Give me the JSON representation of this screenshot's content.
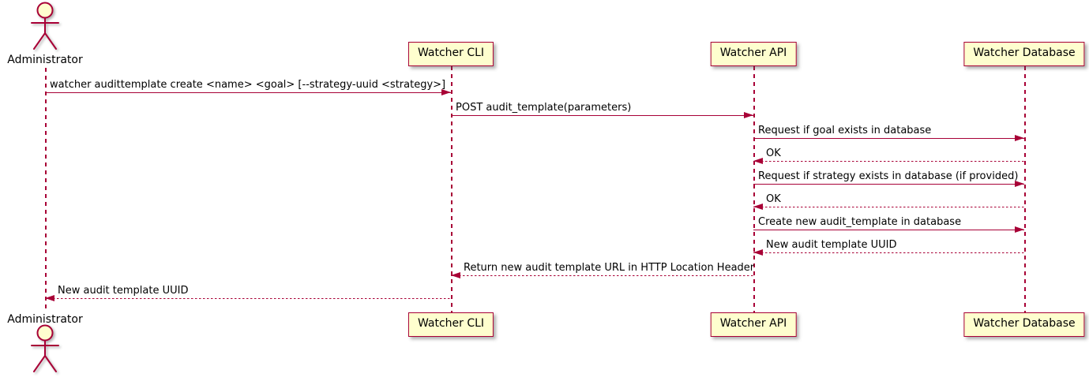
{
  "diagram": {
    "type": "sequence",
    "colors": {
      "participant_fill": "#FEFECE",
      "border": "#A80036",
      "line": "#A80036",
      "text": "#000000"
    },
    "actors": [
      {
        "name": "Administrator"
      }
    ],
    "participants": [
      {
        "name": "Watcher CLI"
      },
      {
        "name": "Watcher API"
      },
      {
        "name": "Watcher Database"
      }
    ],
    "messages": [
      {
        "from": "Administrator",
        "to": "Watcher CLI",
        "style": "solid",
        "text": "watcher audittemplate create <name> <goal> [--strategy-uuid <strategy>]"
      },
      {
        "from": "Watcher CLI",
        "to": "Watcher API",
        "style": "solid",
        "text": "POST audit_template(parameters)"
      },
      {
        "from": "Watcher API",
        "to": "Watcher Database",
        "style": "solid",
        "text": "Request if goal exists in database"
      },
      {
        "from": "Watcher Database",
        "to": "Watcher API",
        "style": "dashed",
        "text": "OK"
      },
      {
        "from": "Watcher API",
        "to": "Watcher Database",
        "style": "solid",
        "text": "Request if strategy exists in database (if provided)"
      },
      {
        "from": "Watcher Database",
        "to": "Watcher API",
        "style": "dashed",
        "text": "OK"
      },
      {
        "from": "Watcher API",
        "to": "Watcher Database",
        "style": "solid",
        "text": "Create new audit_template in database"
      },
      {
        "from": "Watcher Database",
        "to": "Watcher API",
        "style": "dashed",
        "text": "New audit template UUID"
      },
      {
        "from": "Watcher API",
        "to": "Watcher CLI",
        "style": "dashed",
        "text": "Return new audit template URL in HTTP Location Header"
      },
      {
        "from": "Watcher CLI",
        "to": "Administrator",
        "style": "dashed",
        "text": "New audit template UUID"
      }
    ]
  }
}
